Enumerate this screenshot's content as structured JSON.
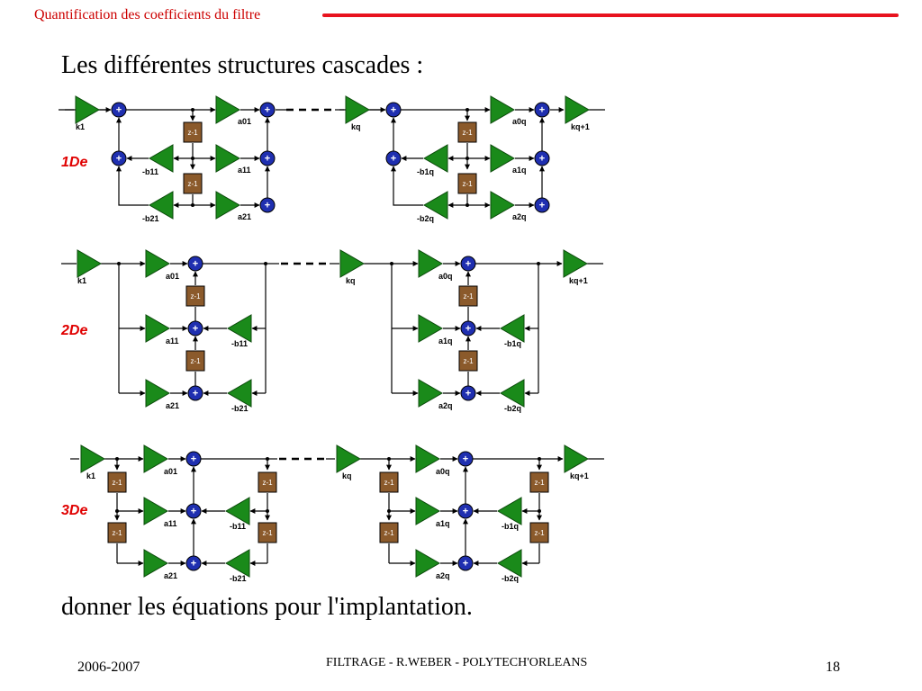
{
  "header": {
    "title": "Quantification des coefficients du filtre",
    "accent": "#e8131e"
  },
  "heading": "Les différentes structures cascades :",
  "bottom_text": "donner les équations pour l'implantation.",
  "footer": {
    "year": "2006-2007",
    "center": "FILTRAGE  - R.WEBER - POLYTECH'ORLEANS",
    "page": "18"
  },
  "colors": {
    "gain": "#1a8a1a",
    "adder": "#1f2fb0",
    "delay": "#8b5a2b"
  },
  "diagram": {
    "delay_label": "z-1",
    "adder_symbol": "+",
    "rows": [
      {
        "tag": "1De",
        "k_in": "k1",
        "k_mid": "kq",
        "k_out": "kq+1",
        "left": {
          "a0": "a01",
          "a1": "a11",
          "a2": "a21",
          "b1": "-b11",
          "b2": "-b21"
        },
        "right": {
          "a0": "a0q",
          "a1": "a1q",
          "a2": "a2q",
          "b1": "-b1q",
          "b2": "-b2q"
        }
      },
      {
        "tag": "2De",
        "k_in": "k1",
        "k_mid": "kq",
        "k_out": "kq+1",
        "left": {
          "a0": "a01",
          "a1": "a11",
          "a2": "a21",
          "b1": "-b11",
          "b2": "-b21"
        },
        "right": {
          "a0": "a0q",
          "a1": "a1q",
          "a2": "a2q",
          "b1": "-b1q",
          "b2": "-b2q"
        }
      },
      {
        "tag": "3De",
        "k_in": "k1",
        "k_mid": "kq",
        "k_out": "kq+1",
        "left": {
          "a0": "a01",
          "a1": "a11",
          "a2": "a21",
          "b1": "-b11",
          "b2": "-b21"
        },
        "right": {
          "a0": "a0q",
          "a1": "a1q",
          "a2": "a2q",
          "b1": "-b1q",
          "b2": "-b2q"
        }
      }
    ]
  }
}
